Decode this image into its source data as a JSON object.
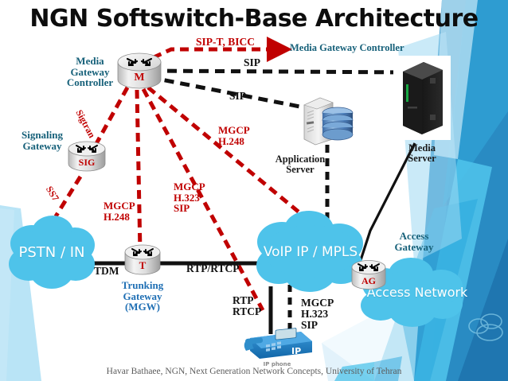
{
  "title": "NGN Softswitch-Base Architecture",
  "footer": "Havar Bathaee, NGN, Next Generation Network Concepts, University of Tehran",
  "colors": {
    "red": "#c00000",
    "black": "#111111",
    "cloud": "#4ec3ea",
    "teal_label": "#17617a",
    "blue_label": "#1f6fb4",
    "title": "#0d0d0d",
    "bg_blue_dark": "#1f76b0",
    "bg_blue_mid": "#2aa8dd",
    "bg_blue_light": "#9ed9f2",
    "phone_blue": "#1b7fc4"
  },
  "nodes": {
    "mgc": {
      "caption": "Media\nGateway\nController",
      "tag": "M",
      "icon": "router-icon"
    },
    "sig": {
      "caption": "Signaling\nGateway",
      "tag": "SIG",
      "icon": "router-icon"
    },
    "tgw": {
      "caption": "Trunking\nGateway\n(MGW)",
      "tag": "T",
      "icon": "router-icon"
    },
    "agw": {
      "caption": "Access\nGateway",
      "tag": "AG",
      "icon": "router-icon"
    },
    "app_server": {
      "caption": "Application\nServer",
      "icon": "application-server-icon"
    },
    "media_server": {
      "caption": "Media\nServer",
      "icon": "media-server-icon"
    },
    "ip_phone": {
      "caption": "IP phone",
      "screen_tag": "IP",
      "icon": "ip-phone-icon"
    }
  },
  "clouds": {
    "pstn": {
      "label": "PSTN /\nIN"
    },
    "voip": {
      "label": "VoIP\nIP / MPLS"
    },
    "access": {
      "label": "Access\nNetwork"
    }
  },
  "annotations": {
    "mgc_peer": "Media Gateway Controller",
    "sipt_bicc": "SIP-T, BICC",
    "sip_media_server": "SIP",
    "sip_app_server": "SIP",
    "sigtran": "Sigtran",
    "ss7": "SS7",
    "mgcp_h248_left": "MGCP\nH.248",
    "mgcp_h323_sip": "MGCP\nH.323\nSIP",
    "mgcp_h248_right": "MGCP\nH.248",
    "tdm": "TDM",
    "rtp_rtcp_slash": "RTP/RTCP",
    "rtp_rtcp_stack": "RTP\nRTCP",
    "mgcp_h323_sip_phone": "MGCP\nH.323\nSIP"
  }
}
